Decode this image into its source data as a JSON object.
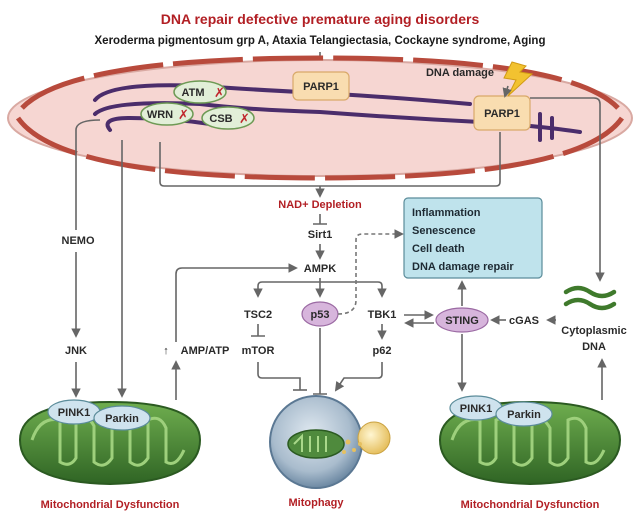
{
  "title": "DNA repair defective premature aging disorders",
  "subtitle": "Xeroderma pigmentosum grp A, Ataxia Telangiectasia, Cockayne syndrome, Aging",
  "dna_damage": "DNA damage",
  "nucleus": {
    "parp1_top": "PARP1",
    "parp1_right": "PARP1",
    "atm": "ATM",
    "wrn": "WRN",
    "csb": "CSB"
  },
  "nad_depletion": "NAD+ Depletion",
  "sirt1": "Sirt1",
  "ampk": "AMPK",
  "tsc2": "TSC2",
  "mtor": "mTOR",
  "p53": "p53",
  "tbk1": "TBK1",
  "p62": "p62",
  "sting": "STING",
  "cgas": "cGAS",
  "cyto_dna_line1": "Cytoplasmic",
  "cyto_dna_line2": "DNA",
  "nemo": "NEMO",
  "jnk": "JNK",
  "amp_atp": "AMP/ATP",
  "outcomes": [
    "Inflammation",
    "Senescence",
    "Cell death",
    "DNA damage repair"
  ],
  "left_mito": {
    "pink1": "PINK1",
    "parkin": "Parkin",
    "label": "Mitochondrial Dysfunction"
  },
  "right_mito": {
    "pink1": "PINK1",
    "parkin": "Parkin",
    "label": "Mitochondrial Dysfunction"
  },
  "mitophagy": "Mitophagy",
  "colors": {
    "accent_red": "#b21f24",
    "nucleus_fill": "#f6d6d2",
    "nucleus_border": "#b84a3c",
    "dna_strand": "#4b2d6b",
    "parp_box": "#f9ddb0",
    "outcome_box": "#bfe3ec",
    "gene_oval": "#e2efd8",
    "p53_sting": "#d7b5dc",
    "pink_parkin": "#cfe3ee",
    "mito_green": "#4f8a3d"
  }
}
